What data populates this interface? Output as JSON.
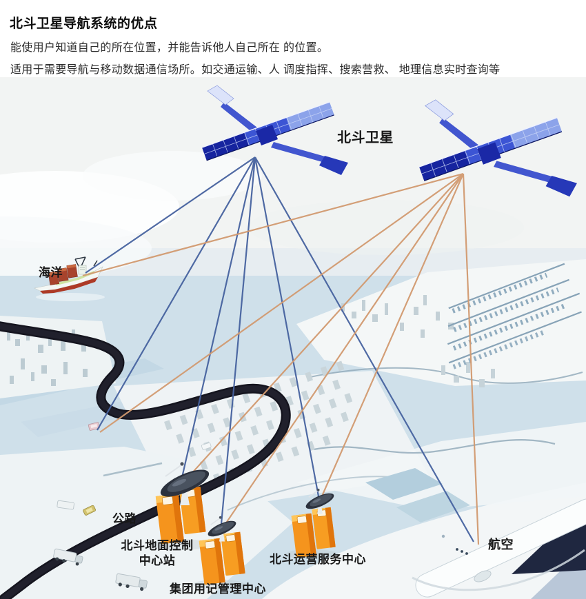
{
  "header": {
    "title": "北斗卫星导航系统的优点",
    "line1": "能使用户知道自己的所在位置，并能告诉他人自己所在 的位置。",
    "line2": "适用于需要导航与移动数据通信场所。如交通运输、人 调度指挥、搜索营救、 地理信息实时查询等"
  },
  "diagram": {
    "labels": {
      "satellite": "北斗卫星",
      "ocean": "海洋",
      "highway": "公路",
      "ground_control": "北斗地面控制\n中心站",
      "group_center": "集团用记管理中心",
      "service_center": "北斗运营服务中心",
      "aviation": "航空"
    },
    "colors": {
      "signal_blue": "#46629f",
      "signal_orange": "#d29a70",
      "satellite_panel_blue": "#3c55d4",
      "building_orange": "#f5941d",
      "road_dark": "#15151f",
      "water_blue": "#cfe0ea"
    }
  }
}
